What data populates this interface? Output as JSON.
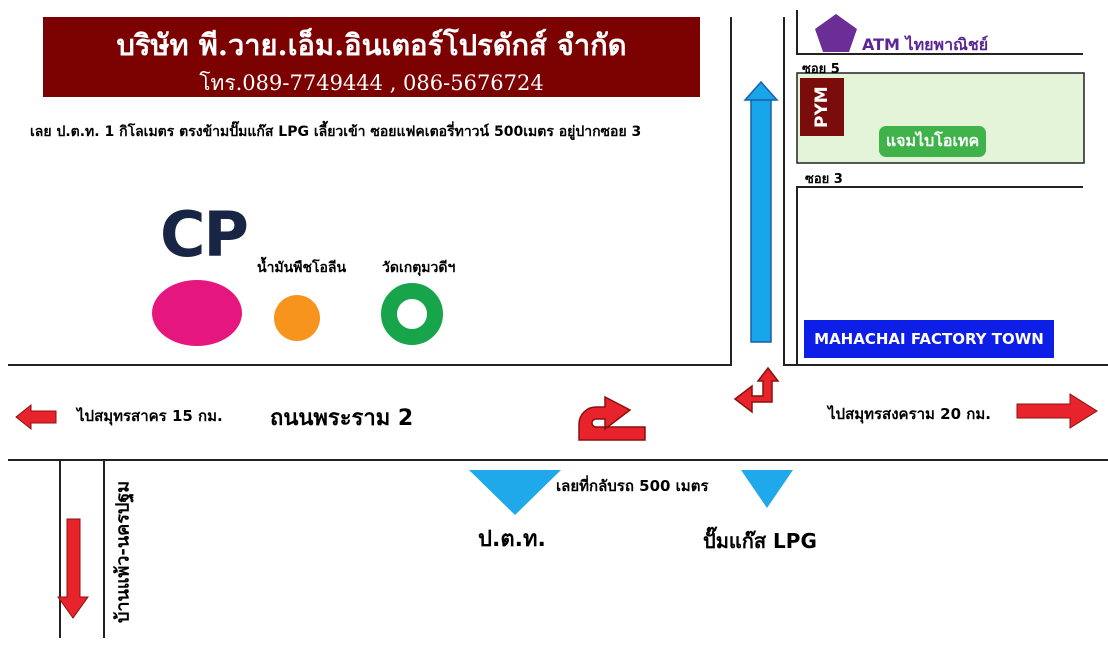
{
  "company": {
    "name": "บริษัท พี.วาย.เอ็ม.อินเตอร์โปรดักส์ จำกัด",
    "phone": "โทร.089-7749444 , 086-5676724",
    "banner_color": "#7c0202"
  },
  "directions": "เลย ป.ต.ท. 1 กิโลเมตร ตรงข้ามปั๊มแก๊ส LPG เลี้ยวเข้า ซอยแฟคเตอรี่ทาวน์ 500เมตร อยู่ปากซอย 3",
  "landmarks": {
    "cp": "CP",
    "oil": "น้ำมันพืชโอลีน",
    "temple": "วัดเกตุมวดีฯ",
    "atm": "ATM ไทยพาณิชย์",
    "pym": "PYM",
    "jam": "แจมไบโอเทค",
    "factory_town": "MAHACHAI FACTORY TOWN"
  },
  "streets": {
    "soi5": "ซอย 5",
    "soi3": "ซอย 3",
    "main_road": "ถนนพระราม 2",
    "side_road": "บ้านแพ้ว-นครปฐม"
  },
  "destinations": {
    "left": "ไปสมุทรสาคร 15 กม.",
    "right": "ไปสมุทรสงคราม 20 กม."
  },
  "stations": {
    "uturn_note": "เลยที่กลับรถ 500 เมตร",
    "ptt": "ป.ต.ท.",
    "lpg": "ปั๊มแก๊ส LPG"
  },
  "colors": {
    "arrow_red": "#e8232b",
    "arrow_blue": "#18a6ea",
    "station_blue": "#1fa9ea",
    "cp_pink": "#e5177f",
    "oil_orange": "#f7941d",
    "temple_green": "#17a44b",
    "atm_purple": "#6b2d96",
    "green_area": "#e3f4d9",
    "factory_blue": "#0d1ee7"
  },
  "icons": [
    "left-arrow-icon",
    "right-arrow-icon",
    "down-arrow-icon",
    "up-arrow-icon",
    "u-turn-icon",
    "turn-left-up-icon",
    "pentagon-icon"
  ]
}
